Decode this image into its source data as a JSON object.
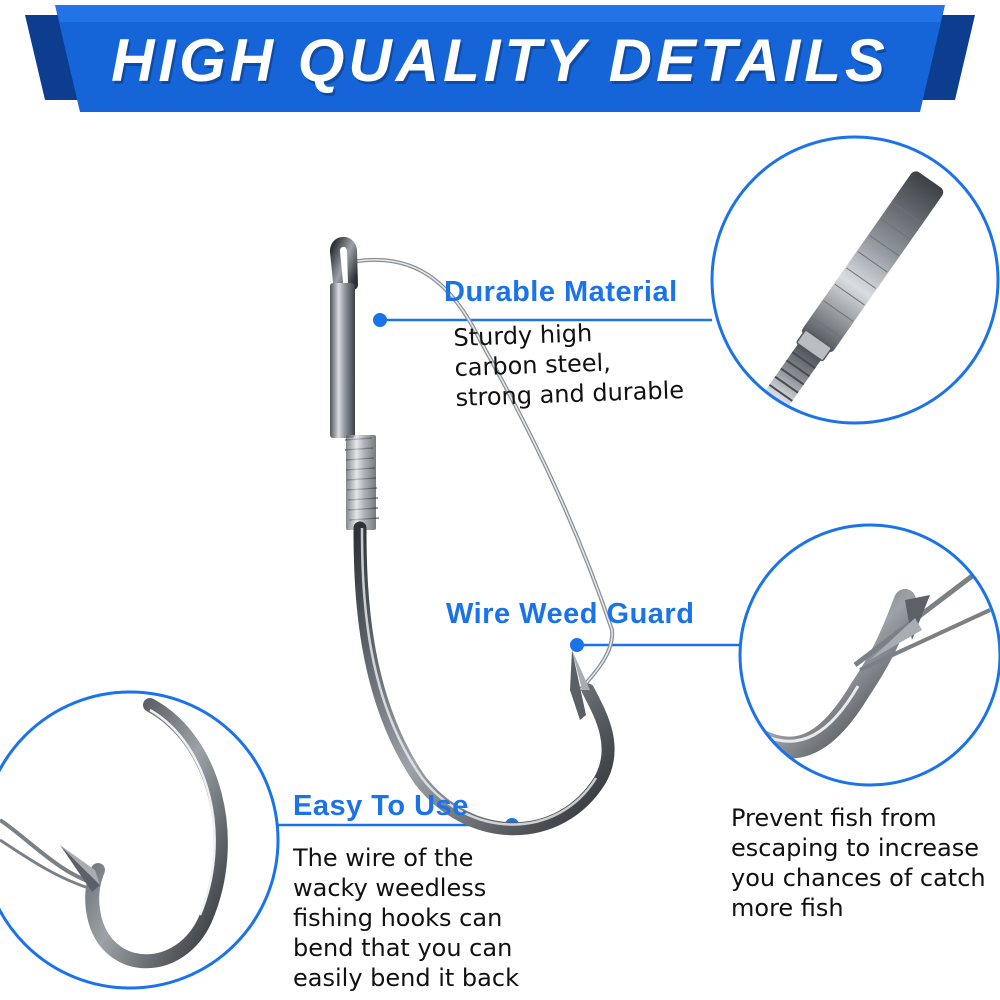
{
  "banner": {
    "title": "HIGH QUALITY DETAILS",
    "color": "#1565d8",
    "edge_color": "#0d3d8f"
  },
  "accent_color": "#1a73e8",
  "features": [
    {
      "title": "Durable Material",
      "description": [
        "Sturdy high",
        "carbon steel,",
        "strong and durable"
      ],
      "detail_view": "hook-shank-closeup"
    },
    {
      "title": "Wire Weed Guard",
      "description": [
        "Prevent fish from",
        "escaping to increase",
        "you chances of catch",
        "more fish"
      ],
      "detail_view": "hook-point-with-guard-closeup"
    },
    {
      "title": "Easy To Use",
      "description": [
        "The wire of the",
        "wacky weedless",
        "fishing hooks can",
        "bend that you can",
        "easily bend it back"
      ],
      "detail_view": "hook-bend-closeup"
    }
  ],
  "product": {
    "name": "weedless-fishing-hook",
    "finish_color": "#9aa0a6"
  }
}
